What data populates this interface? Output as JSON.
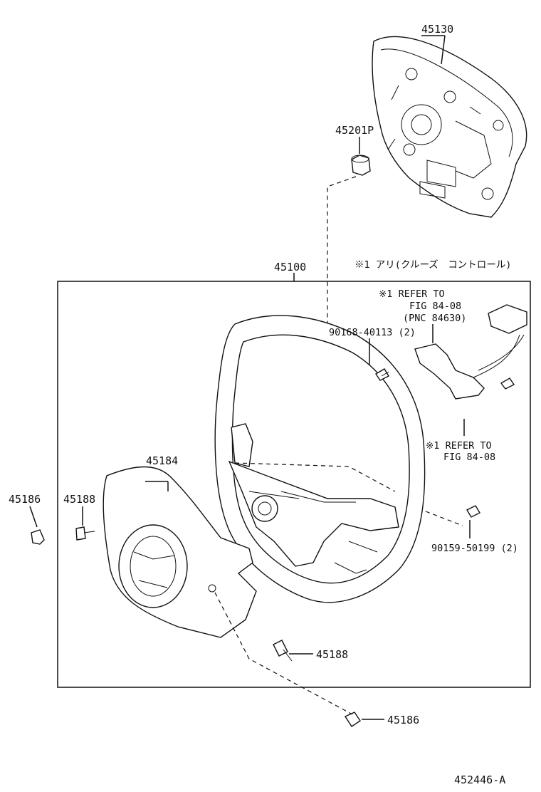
{
  "diagram": {
    "parts": {
      "p45130": "45130",
      "p45201p": "45201P",
      "p45100": "45100",
      "p45184": "45184",
      "p45186_left": "45186",
      "p45188_left": "45188",
      "p45188_bottom": "45188",
      "p45186_bottom": "45186",
      "p90168": "90168-40113 (2)",
      "p90159": "90159-50199 (2)"
    },
    "notes": {
      "jp_note": "※1 アリ(クルーズ　コントロール)",
      "refer1_line1": "※1 REFER TO",
      "refer1_line2": "FIG 84-08",
      "refer1_line3": "(PNC 84630)",
      "refer2_line1": "※1 REFER TO",
      "refer2_line2": "FIG 84-08"
    },
    "figure_id": "452446-A"
  }
}
